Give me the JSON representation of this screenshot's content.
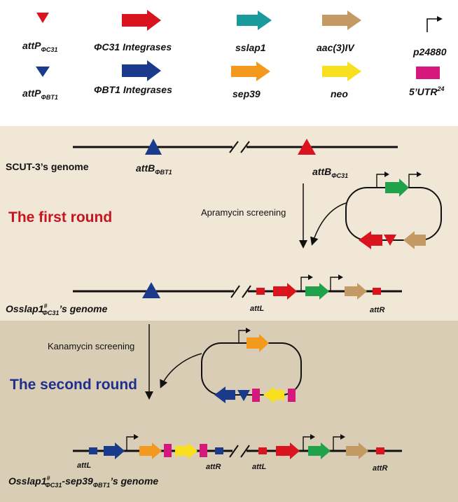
{
  "legend": {
    "attP_C31": {
      "main": "attP",
      "sub": "ΦC31"
    },
    "attP_BT1": {
      "main": "attP",
      "sub": "ΦBT1"
    },
    "c31_integrase": "ΦC31 Integrases",
    "bt1_integrase": "ΦBT1 Integrases",
    "sslap1": "sslap1",
    "sep39": "sep39",
    "aac3iv": "aac(3)IV",
    "neo": "neo",
    "promoter": "p24880",
    "utr": {
      "main": "5’UTR",
      "sup": "24"
    }
  },
  "panel1": {
    "genome_label": "SCUT-3’s genome",
    "attB_BT1": {
      "main": "attB",
      "sub": "ΦBT1"
    },
    "attB_C31": {
      "main": "attB",
      "sub": "ΦC31"
    },
    "round_title": "The first round",
    "screening": "Apramycin screening",
    "result_label": {
      "pre": "Osslap1",
      "sup": "#",
      "sub": "ΦC31",
      "post": "’s genome"
    },
    "attL": "attL",
    "attR": "attR"
  },
  "panel2": {
    "screening": "Kanamycin screening",
    "round_title": "The second round",
    "result_label": {
      "pre": "Osslap1",
      "sup1": "#",
      "sub1": "ΦC31",
      "mid": "-sep39",
      "sub2": "ΦBT1",
      "post": "’s genome"
    },
    "attL1": "attL",
    "attR1": "attR",
    "attL2": "attL",
    "attR2": "attR"
  },
  "colors": {
    "red": "#d9141e",
    "navy": "#1a3a8c",
    "teal": "#1a9a9a",
    "tan": "#c49a64",
    "orange": "#f39a1e",
    "yellow": "#f9e01e",
    "magenta": "#d6177b",
    "green": "#1fa24a",
    "panel1_bg": "#f1e7d7",
    "panel2_bg": "#dacdb5",
    "round1_title": "#c8141e",
    "round2_title": "#1e2f8c"
  }
}
